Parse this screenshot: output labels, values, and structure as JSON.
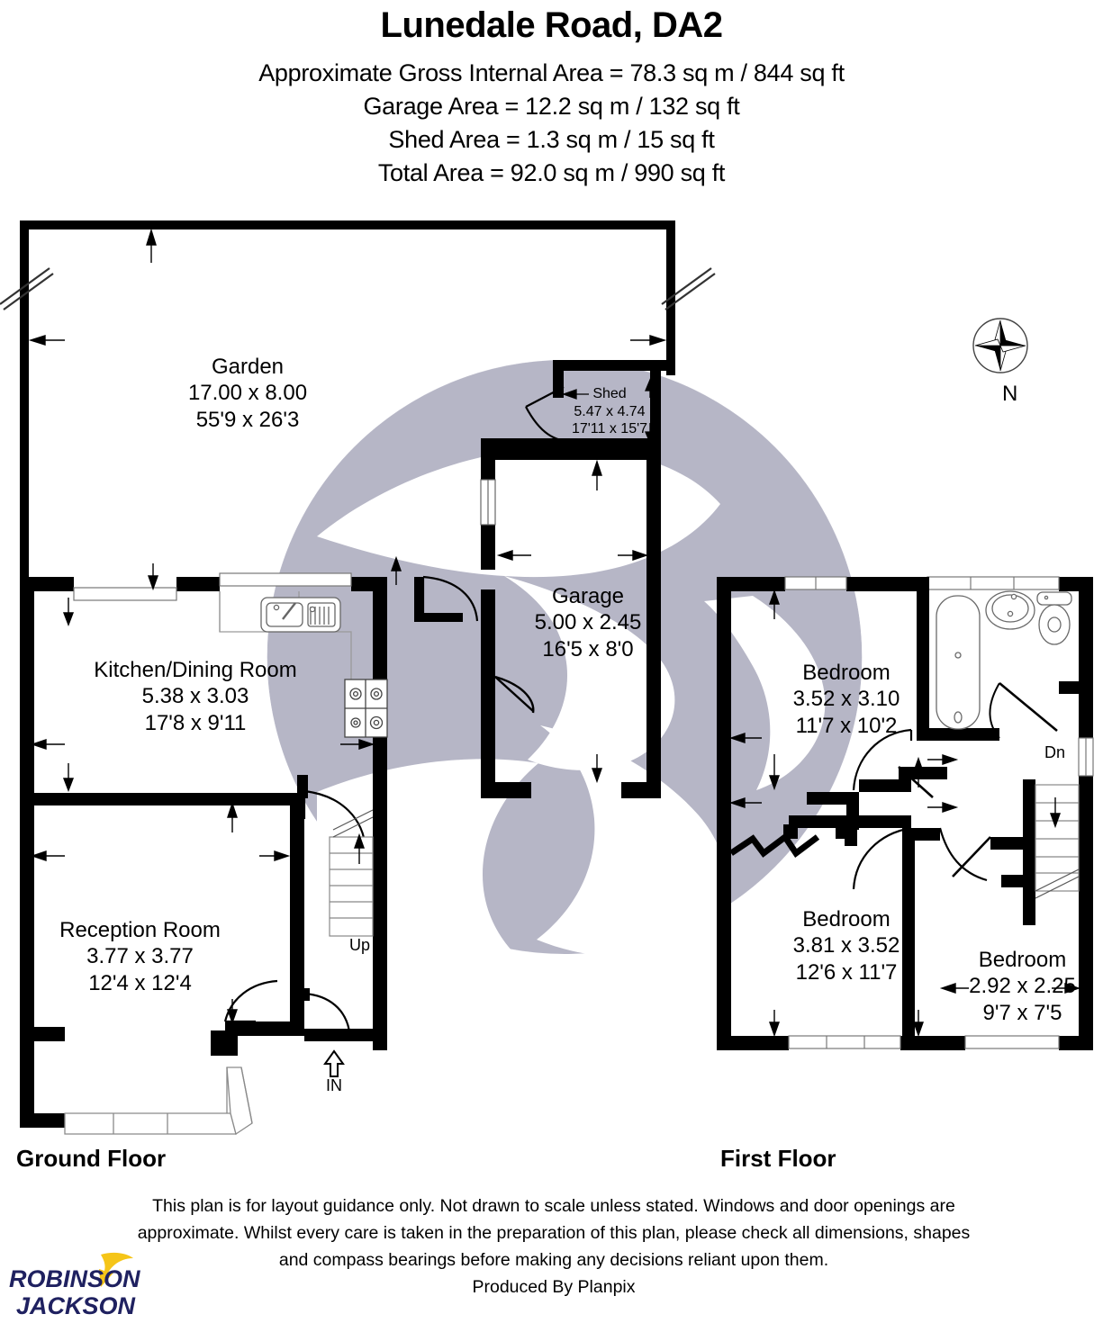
{
  "header": {
    "title": "Lunedale Road, DA2",
    "area_lines": [
      "Approximate Gross Internal Area = 78.3 sq m / 844 sq ft",
      "Garage Area = 12.2 sq m / 132 sq ft",
      "Shed Area = 1.3 sq m / 15 sq ft",
      "Total Area = 92.0 sq m / 990 sq ft"
    ]
  },
  "compass": {
    "label": "N",
    "icon": "compass-rose-icon"
  },
  "floors": [
    {
      "key": "ground",
      "label": "Ground Floor"
    },
    {
      "key": "first",
      "label": "First Floor"
    }
  ],
  "rooms": {
    "garden": {
      "name": "Garden",
      "metric": "17.00 x 8.00",
      "imperial": "55'9 x 26'3"
    },
    "shed": {
      "name": "Shed",
      "metric": "5.47 x 4.74",
      "imperial": "17'11 x 15'7"
    },
    "garage": {
      "name": "Garage",
      "metric": "5.00 x 2.45",
      "imperial": "16'5 x 8'0"
    },
    "kitchen": {
      "name": "Kitchen/Dining Room",
      "metric": "5.38 x 3.03",
      "imperial": "17'8 x 9'11"
    },
    "reception": {
      "name": "Reception Room",
      "metric": "3.77 x 3.77",
      "imperial": "12'4 x 12'4"
    },
    "bedroom1": {
      "name": "Bedroom",
      "metric": "3.52 x 3.10",
      "imperial": "11'7 x 10'2"
    },
    "bedroom2": {
      "name": "Bedroom",
      "metric": "3.81 x 3.52",
      "imperial": "12'6 x 11'7"
    },
    "bedroom3": {
      "name": "Bedroom",
      "metric": "2.92 x 2.25",
      "imperial": "9'7 x 7'5"
    }
  },
  "markers": {
    "stairs_up": "Up",
    "stairs_down": "Dn",
    "entrance": "IN"
  },
  "footer": {
    "disclaimer": "This plan is for layout guidance only. Not drawn to scale unless stated. Windows and door openings are approximate. Whilst every care is taken in the preparation of this plan, please check all dimensions, shapes and compass bearings before making any decisions reliant upon them.",
    "producer": "Produced By Planpix"
  },
  "logo": {
    "line1": "ROBINSON",
    "line2": "JACKSON",
    "navy": "#1f2160",
    "gold": "#f5c518"
  },
  "colors": {
    "wall": "#000000",
    "watermark": "#b6b6c6",
    "fixture_stroke": "#555555",
    "paper": "#ffffff"
  }
}
